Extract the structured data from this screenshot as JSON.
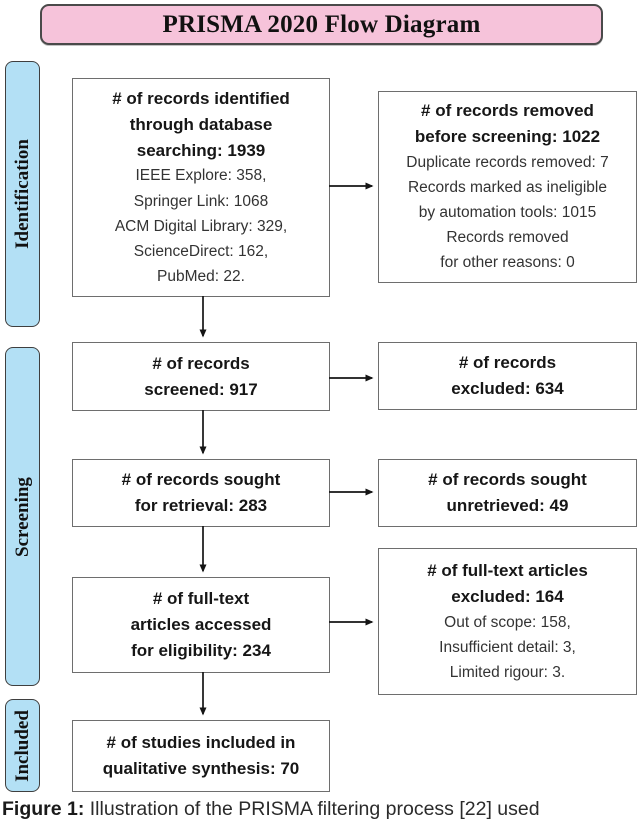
{
  "title": "PRISMA 2020 Flow Diagram",
  "colors": {
    "title_background": "#f6c3da",
    "stage_background": "#b3e0f5",
    "box_border": "#6e6e6e",
    "arrow": "#151515"
  },
  "stages": {
    "identification": "Identification",
    "screening": "Screening",
    "included": "Included"
  },
  "boxes": {
    "identified": {
      "header_lines": [
        "# of records identified",
        "through database",
        "searching: 1939"
      ],
      "detail_lines": [
        "IEEE Explore: 358,",
        "Springer Link: 1068",
        "ACM Digital Library: 329,",
        "ScienceDirect: 162,",
        "PubMed: 22."
      ]
    },
    "removed": {
      "header_lines": [
        "# of records removed",
        "before screening: 1022"
      ],
      "detail_lines": [
        "Duplicate records removed: 7",
        "Records marked as ineligible",
        "by automation tools: 1015",
        "Records removed",
        "for other reasons: 0"
      ]
    },
    "screened": {
      "header_lines": [
        "# of records",
        "screened: 917"
      ]
    },
    "excluded": {
      "header_lines": [
        "# of records",
        "excluded: 634"
      ]
    },
    "sought": {
      "header_lines": [
        "# of records sought",
        "for retrieval: 283"
      ]
    },
    "unretrieved": {
      "header_lines": [
        "# of records sought",
        "unretrieved: 49"
      ]
    },
    "fulltext": {
      "header_lines": [
        "# of full-text",
        "articles accessed",
        "for eligibility: 234"
      ]
    },
    "fulltext_excluded": {
      "header_lines": [
        "# of full-text articles",
        "excluded: 164"
      ],
      "detail_lines": [
        "Out of scope: 158,",
        "Insufficient detail: 3,",
        "Limited rigour: 3."
      ]
    },
    "studies_included": {
      "header_lines": [
        "# of studies included in",
        "qualitative synthesis: 70"
      ]
    }
  },
  "caption": {
    "label": "Figure 1:",
    "text": "Illustration of the PRISMA filtering process [22] used"
  }
}
